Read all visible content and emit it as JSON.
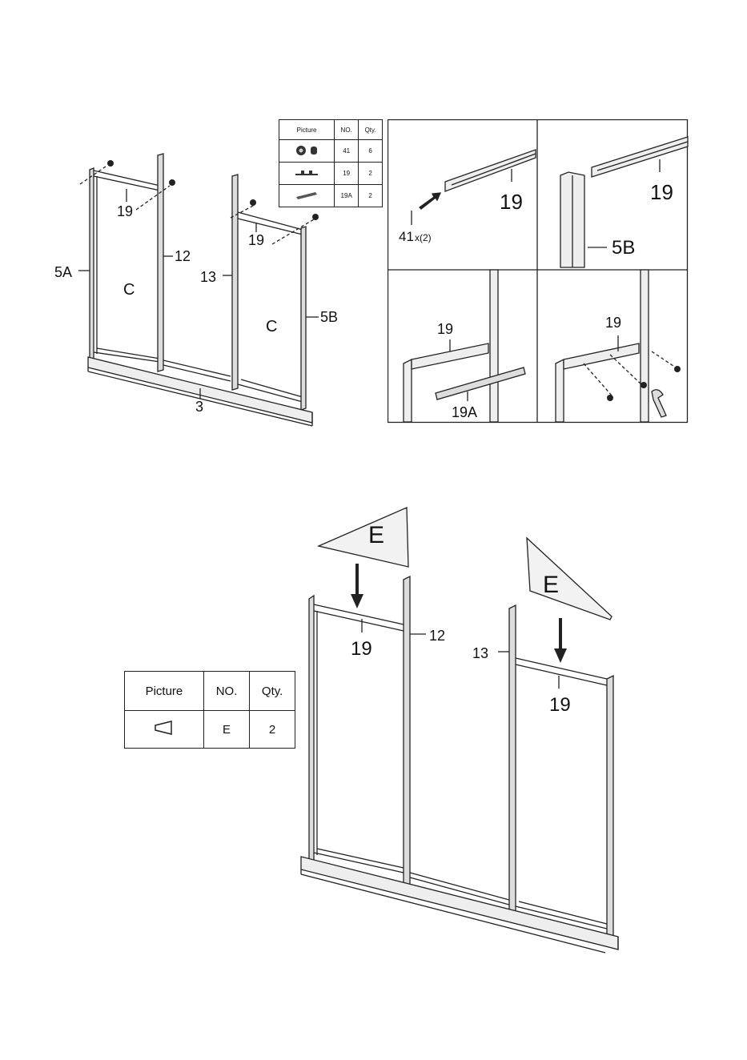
{
  "step1": {
    "table": {
      "headers": [
        "Picture",
        "NO.",
        "Qty."
      ],
      "rows": [
        {
          "picture": "nut-bolt-icon",
          "no": "41",
          "qty": "6"
        },
        {
          "picture": "rail-icon",
          "no": "19",
          "qty": "2"
        },
        {
          "picture": "bracket-icon",
          "no": "19A",
          "qty": "2"
        }
      ]
    },
    "labels": {
      "rail_left": "19",
      "rail_right": "19",
      "panel_5a": "5A",
      "panel_12": "12",
      "panel_13": "13",
      "panel_5b": "5B",
      "c_left": "C",
      "c_right": "C",
      "base": "3"
    },
    "details": {
      "d1_part": "19",
      "d1_bolt": "41",
      "d1_qty": "x(2)",
      "d2_part": "19",
      "d2_post": "5B",
      "d3_part": "19",
      "d3_bracket": "19A",
      "d4_part": "19"
    }
  },
  "step2": {
    "table": {
      "headers": [
        "Picture",
        "NO.",
        "Qty."
      ],
      "row": {
        "picture": "gable-panel-icon",
        "no": "E",
        "qty": "2"
      }
    },
    "labels": {
      "gable_left": "E",
      "gable_right": "E",
      "rail_left": "19",
      "rail_right": "19",
      "panel_12": "12",
      "panel_13": "13"
    }
  }
}
